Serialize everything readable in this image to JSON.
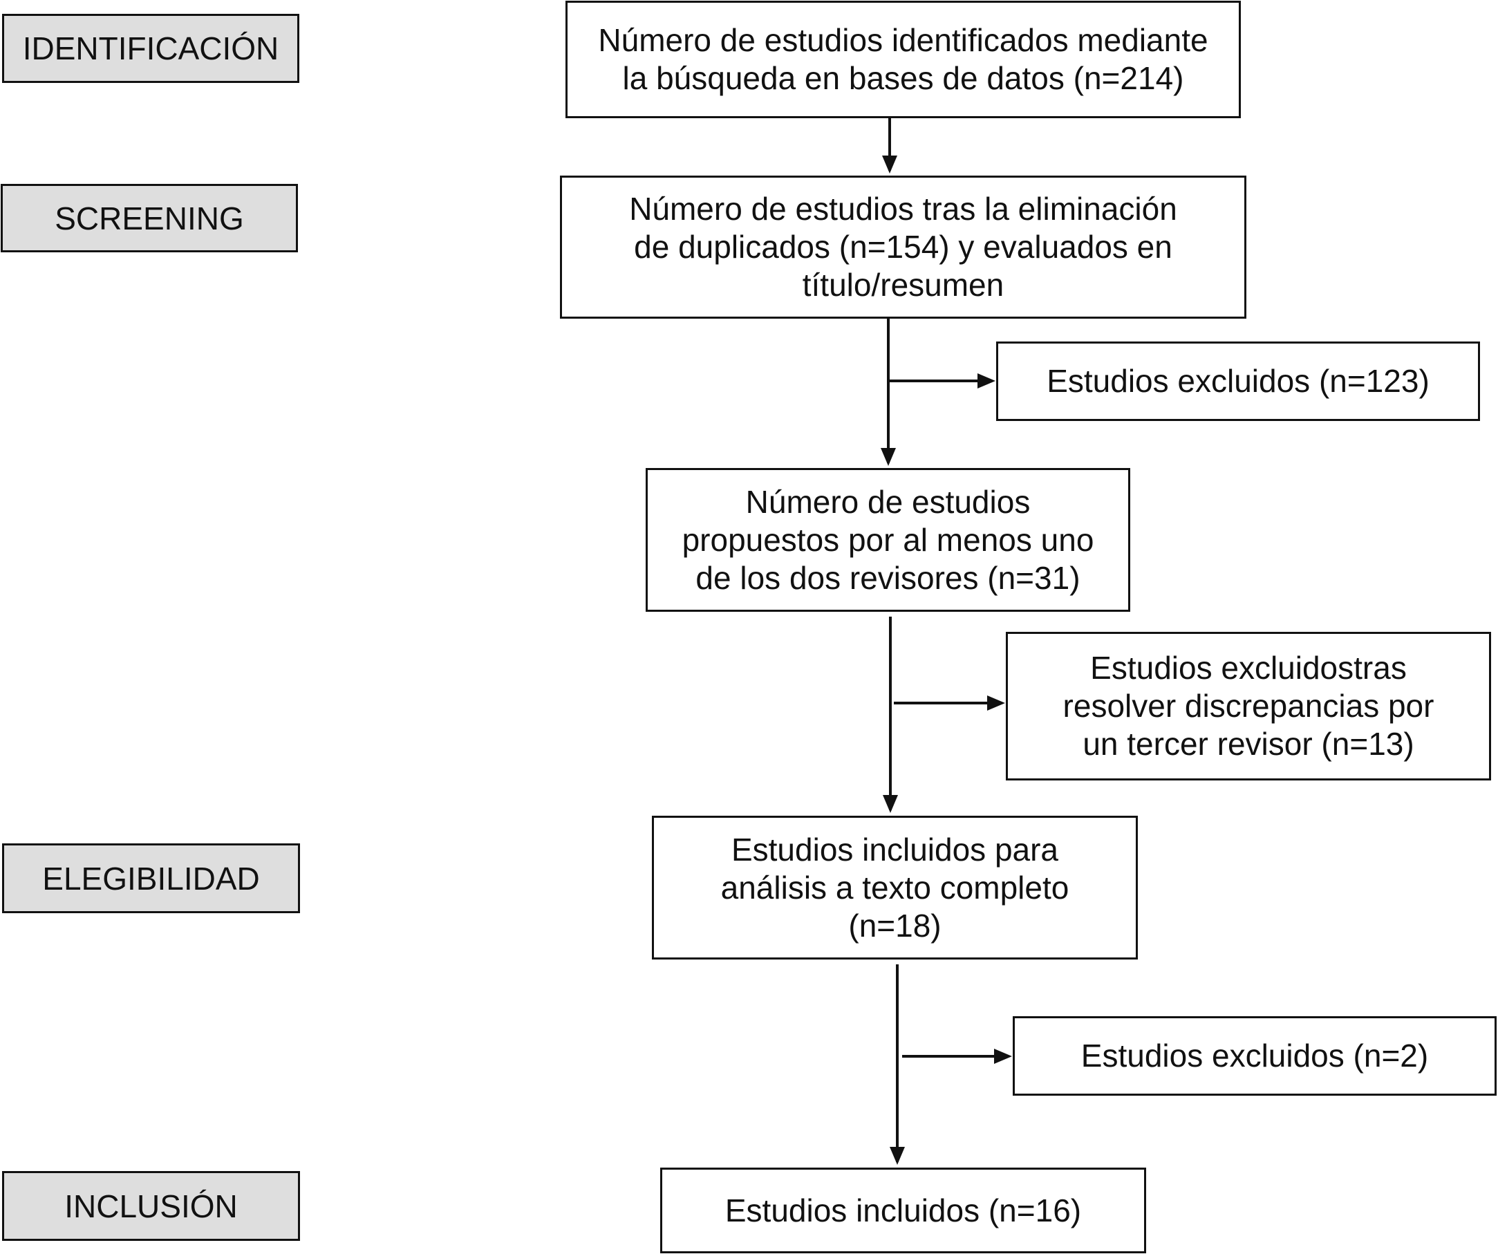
{
  "stages": {
    "identificacion": "IDENTIFICACIÓN",
    "screening": "SCREENING",
    "elegibilidad": "ELEGIBILIDAD",
    "inclusion": "INCLUSIÓN"
  },
  "boxes": {
    "identified": "Número de estudios identificados mediante\nla búsqueda en bases de datos (n=214)",
    "deduplicated": "Número de estudios tras la eliminación\nde duplicados (n=154) y evaluados en\ntítulo/resumen",
    "excluded_screening": "Estudios excluidos (n=123)",
    "proposed": "Número de estudios\npropuestos por al menos uno\nde los dos revisores (n=31)",
    "excluded_discrepancies": "Estudios excluidostras\nresolver discrepancias por\nun tercer revisor (n=13)",
    "full_text": "Estudios incluidos para\nanálisis a texto completo\n(n=18)",
    "excluded_full_text": "Estudios excluidos (n=2)",
    "included": "Estudios incluidos (n=16)"
  }
}
